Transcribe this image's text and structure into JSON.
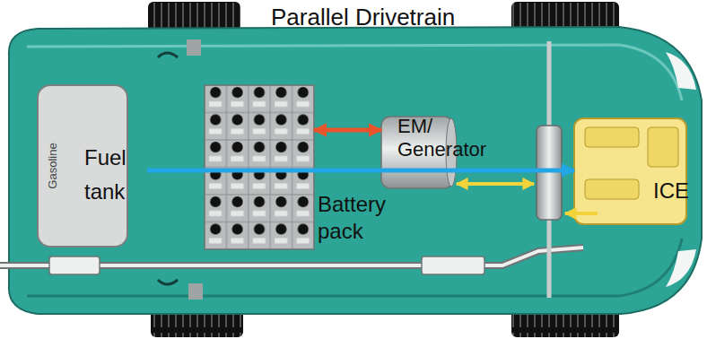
{
  "diagram": {
    "title": "Parallel Drivetrain",
    "nodes": [
      {
        "text": [
          "Gasoline",
          "Fuel tank"
        ]
      },
      {
        "text": [
          "Battery pack"
        ]
      },
      {
        "text": [
          "EM/ Generator"
        ]
      },
      {
        "text": [
          "ICE"
        ]
      }
    ],
    "edges": [
      {
        "from": 1,
        "to": 2,
        "arrow": "both"
      },
      {
        "from": 0,
        "to": 3,
        "arrow": "to"
      }
    ]
  }
}
